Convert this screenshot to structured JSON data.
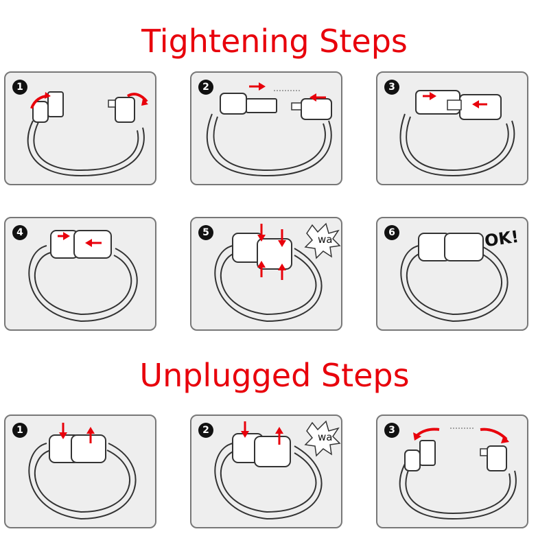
{
  "headings": {
    "tightening": "Tightening Steps",
    "unplugged": "Unplugged Steps"
  },
  "tightening_steps": [
    {
      "number": "1"
    },
    {
      "number": "2"
    },
    {
      "number": "3"
    },
    {
      "number": "4"
    },
    {
      "number": "5",
      "sound": "wa"
    },
    {
      "number": "6",
      "exclaim": "OK!"
    }
  ],
  "unplugged_steps": [
    {
      "number": "1"
    },
    {
      "number": "2",
      "sound": "wa"
    },
    {
      "number": "3"
    }
  ],
  "colors": {
    "heading": "#e8000b",
    "arrow": "#e8000b",
    "panel_bg": "#eeeeee",
    "panel_border": "#777777"
  }
}
